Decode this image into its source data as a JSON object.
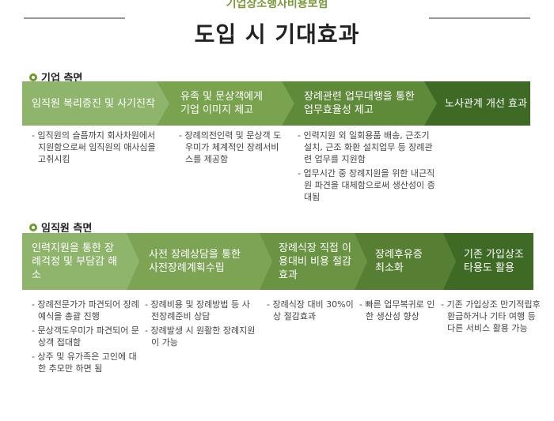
{
  "header": {
    "subtitle": "기업상조행사비용보험",
    "title": "도입 시 기대효과"
  },
  "sections": [
    {
      "label": "기업 측면",
      "steps": [
        {
          "label": "임직원 복리증진 및 사기진작",
          "color": "#8fb56c",
          "bullets": [
            "- 임직원의 슬픔까지 회사차원에서 지원함으로써 임직원의 애사심을 고취시킴"
          ]
        },
        {
          "label": "유족 및 문상객에게 기업 이미지 제고",
          "color": "#79a34f",
          "bullets": [
            "- 장례의전인력 및 문상객 도우미가 체계적인 장례서비스를 제공함"
          ]
        },
        {
          "label": "장례관련 업무대행을 통한 업무효율성 제고",
          "color": "#5f8a3a",
          "bullets": [
            "- 인력지원 외 일회용품 배송, 근조기 설치, 근조 화환 설치업무 등 장례관련 업무를 지원함",
            "- 업무시간 중 장례지원을 위한 내근직원 파견을 대체함으로써 생산성이 증대됨"
          ]
        },
        {
          "label": "노사관계 개선 효과",
          "color": "#3f6a26",
          "bullets": []
        }
      ]
    },
    {
      "label": "임직원 측면",
      "steps": [
        {
          "label": "인력지원을 통한 장례걱정 및 부담감 해소",
          "color": "#8fb56c",
          "bullets": [
            "- 장례전문가가 파견되어 장례예식을 총괄 진행",
            "- 문상객도우미가 파견되어 문상객 접대함",
            "- 상주 및 유가족은 고인에 대한 추모만 하면 됨"
          ]
        },
        {
          "label": "사전 장례상담을 통한 사전장례계획수립",
          "color": "#7da455",
          "bullets": [
            "- 장례비용 및 장례방법 등 사전장례준비 상담",
            "- 장례발생 시 원활한 장례지원이 가능"
          ]
        },
        {
          "label": "장례식장 직접 이용대비 비용 절감 효과",
          "color": "#6a9443",
          "bullets": [
            "- 장례식장 대비 30%이상 절감효과"
          ]
        },
        {
          "label": "장례후유증 최소화",
          "color": "#577f34",
          "bullets": [
            "- 빠른 업무복귀로 인한 생산성 향상"
          ]
        },
        {
          "label": "기존 가입상조 타용도 활용",
          "color": "#3f6a26",
          "bullets": [
            "- 기존 가입상조 만기적립후 환급하거나 기타 여행 등 다른 서비스 활용 가능"
          ]
        }
      ]
    }
  ]
}
